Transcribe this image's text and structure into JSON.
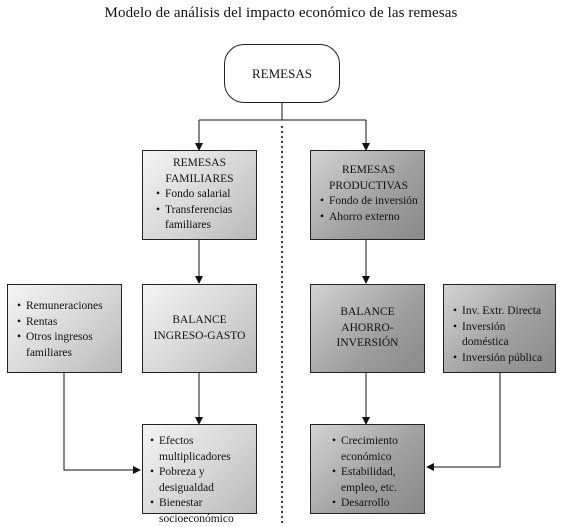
{
  "title": "Modelo de análisis del impacto económico de las remesas",
  "root": {
    "label": "REMESAS"
  },
  "familiares": {
    "heading": [
      "REMESAS",
      "FAMILIARES"
    ],
    "items": [
      "Fondo salarial",
      "Transferencias familiares"
    ]
  },
  "productivas": {
    "heading": [
      "REMESAS",
      "PRODUCTIVAS"
    ],
    "items": [
      "Fondo de inversión",
      "Ahorro externo"
    ]
  },
  "ingresos": {
    "items": [
      "Remuneraciones",
      "Rentas",
      "Otros ingresos familiares"
    ]
  },
  "balance_ig": {
    "lines": [
      "BALANCE",
      "INGRESO-GASTO"
    ]
  },
  "balance_ai": {
    "lines": [
      "BALANCE",
      "AHORRO-INVERSIÓN"
    ]
  },
  "inversion": {
    "items": [
      "Inv. Extr. Directa",
      "Inversión doméstica",
      "Inversión pública"
    ]
  },
  "efectos": {
    "items": [
      "Efectos multiplicadores",
      "Pobreza y desigualdad",
      "Bienestar socioeconómico"
    ]
  },
  "crecimiento": {
    "items": [
      "Crecimiento económico",
      "Estabilidad, empleo, etc.",
      "Desarrollo"
    ]
  }
}
